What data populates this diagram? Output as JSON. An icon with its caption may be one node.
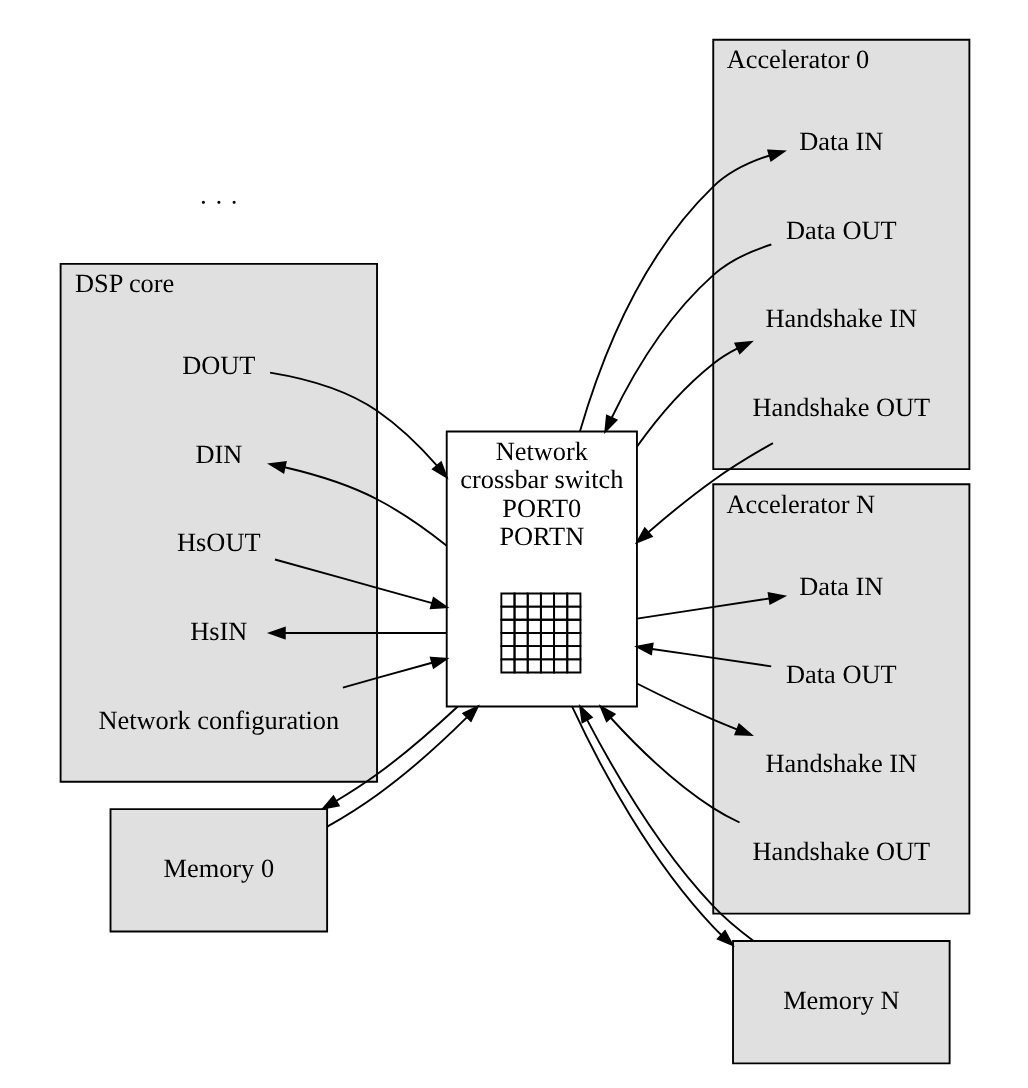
{
  "diagram": {
    "nodes": [
      {
        "text": [
          "DSP core"
        ]
      },
      {
        "text": [
          "DOUT"
        ],
        "in": 0
      },
      {
        "text": [
          "DIN"
        ],
        "in": 0
      },
      {
        "text": [
          "HsOUT"
        ],
        "in": 0
      },
      {
        "text": [
          "HsIN"
        ],
        "in": 0
      },
      {
        "text": [
          "Network configuration"
        ],
        "in": 0
      },
      {
        "text": [
          "Network",
          "crossbar switch",
          "PORT0",
          "PORTN"
        ]
      },
      {
        "text": [],
        "shape": "picture",
        "in": 6
      },
      {
        "text": [
          "Accelerator 0"
        ]
      },
      {
        "text": [
          "Data IN"
        ],
        "in": 8
      },
      {
        "text": [
          "Data OUT"
        ],
        "in": 8
      },
      {
        "text": [
          "Handshake IN"
        ],
        "in": 8
      },
      {
        "text": [
          "Handshake OUT"
        ],
        "in": 8
      },
      {
        "text": [
          "Accelerator N"
        ]
      },
      {
        "text": [
          "Data IN"
        ],
        "in": 13
      },
      {
        "text": [
          "Data OUT"
        ],
        "in": 13
      },
      {
        "text": [
          "Handshake IN"
        ],
        "in": 13
      },
      {
        "text": [
          "Handshake OUT"
        ],
        "in": 13
      },
      {
        "text": [
          "Memory 0"
        ]
      },
      {
        "text": [
          "Memory N"
        ]
      }
    ],
    "edges": [
      {
        "from": 1,
        "to": 6,
        "arrow": "to"
      },
      {
        "from": 6,
        "to": 2,
        "arrow": "to"
      },
      {
        "from": 3,
        "to": 6,
        "arrow": "to"
      },
      {
        "from": 6,
        "to": 4,
        "arrow": "to"
      },
      {
        "from": 5,
        "to": 6,
        "arrow": "to"
      },
      {
        "from": 6,
        "to": 9,
        "arrow": "to"
      },
      {
        "from": 10,
        "to": 6,
        "arrow": "to"
      },
      {
        "from": 6,
        "to": 11,
        "arrow": "to"
      },
      {
        "from": 12,
        "to": 6,
        "arrow": "to"
      },
      {
        "from": 6,
        "to": 14,
        "arrow": "to"
      },
      {
        "from": 15,
        "to": 6,
        "arrow": "to"
      },
      {
        "from": 6,
        "to": 16,
        "arrow": "to"
      },
      {
        "from": 17,
        "to": 6,
        "arrow": "to"
      },
      {
        "from": 18,
        "to": 6,
        "arrow": "to"
      },
      {
        "from": 6,
        "to": 18,
        "arrow": "to"
      },
      {
        "from": 6,
        "to": 19,
        "arrow": "to"
      },
      {
        "from": 19,
        "to": 6,
        "arrow": "to"
      }
    ],
    "labels": [
      "· · ·"
    ]
  }
}
